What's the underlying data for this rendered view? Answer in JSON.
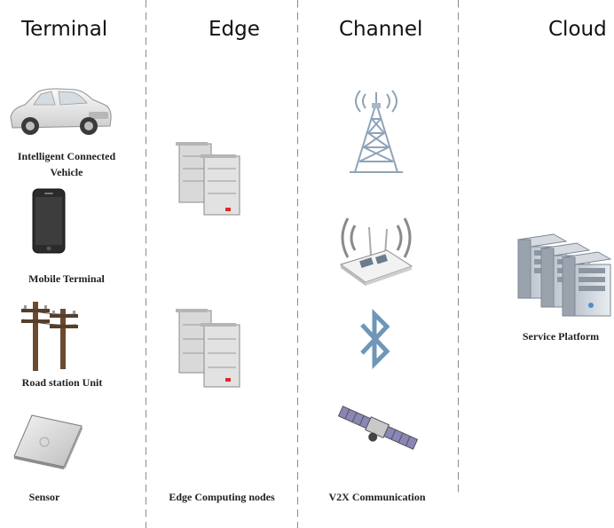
{
  "columns": {
    "terminal": "Terminal",
    "edge": "Edge",
    "channel": "Channel",
    "cloud": "Cloud"
  },
  "terminal_items": {
    "vehicle_line1": "Intelligent Connected",
    "vehicle_line2": "Vehicle",
    "mobile": "Mobile Terminal",
    "road": "Road station Unit",
    "sensor": "Sensor"
  },
  "edge_label": "Edge Computing nodes",
  "channel_label": "V2X Communication",
  "cloud_label": "Service Platform",
  "icons": {
    "vehicle": "car-icon",
    "mobile": "smartphone-icon",
    "road": "utility-pole-icon",
    "sensor": "hard-drive-icon",
    "edge_server_top": "server-icon",
    "edge_server_bottom": "server-icon",
    "tower": "cell-tower-icon",
    "wifi_router": "wifi-router-icon",
    "bluetooth": "bluetooth-icon",
    "satellite": "satellite-icon",
    "cloud_servers": "server-rack-icon"
  },
  "colors": {
    "divider": "#8a8a8a",
    "bluetooth": "#6f96b8",
    "server_led": "#e0262b"
  }
}
